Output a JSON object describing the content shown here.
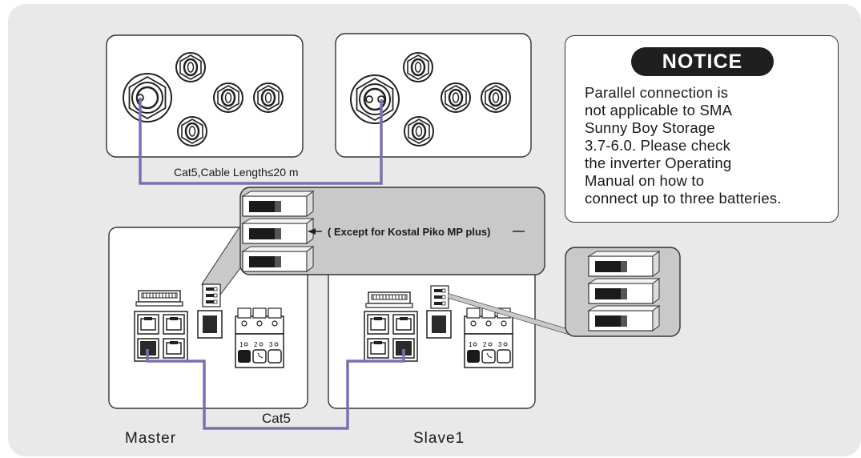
{
  "notice": {
    "title": "NOTICE",
    "lines": [
      "Parallel connection is",
      "not applicable to SMA",
      "Sunny Boy Storage",
      "3.7-6.0. Please check",
      "the inverter Operating",
      "Manual on how to",
      "connect up to three batteries."
    ]
  },
  "labels": {
    "cable_top": "Cat5,Cable Length≤20 m",
    "except": "( Except for Kostal Piko MP plus)",
    "cable_bottom": "Cat5",
    "master": "Master",
    "slave": "Slave1"
  },
  "colors": {
    "cable": "#7b6fb5",
    "background": "#e9e9e9",
    "callout": "#c9c9c9",
    "line": "#333333"
  }
}
